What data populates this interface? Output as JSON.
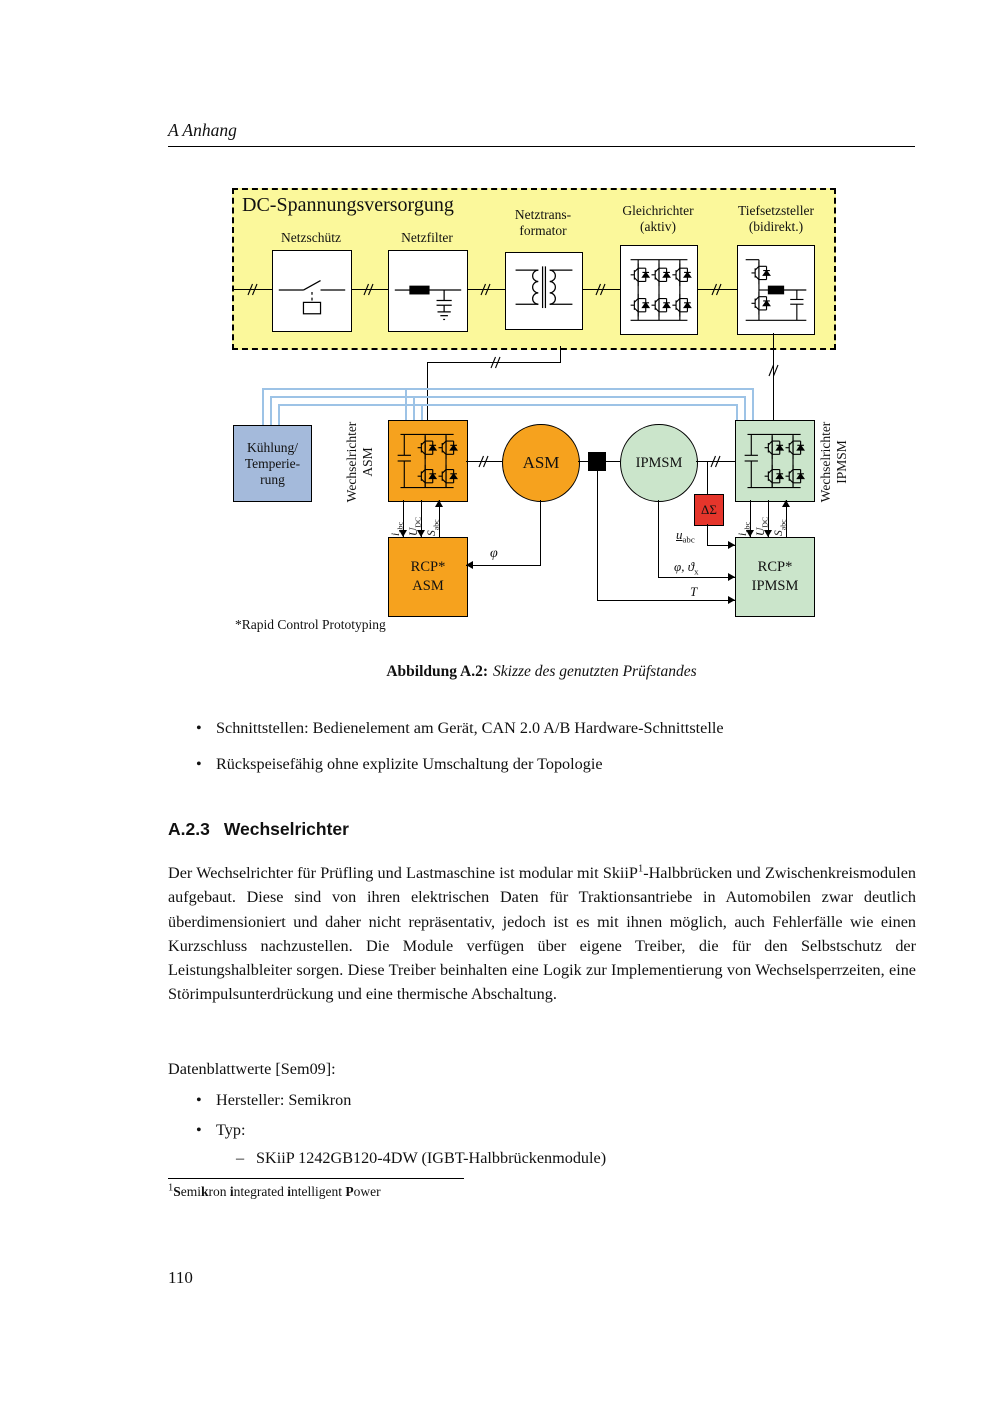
{
  "colors": {
    "dc_box_bg": "#fbf89b",
    "orange": "#f6a21e",
    "green": "#cbe5cb",
    "cooling_blue": "#a4badb",
    "delta_sigma_red": "#e5352b",
    "signal_bus_blue": "#9dc3e6"
  },
  "icons": [
    "contactor-symbol",
    "line-filter-symbol",
    "transformer-symbol",
    "active-rectifier-bridge-symbol",
    "buck-converter-symbol",
    "inverter-bridge-symbol",
    "phase-break-marker-icon",
    "shaft-coupling-block"
  ],
  "ui": {
    "bullet": "•"
  },
  "page": {
    "header": "A Anhang",
    "number": "110"
  },
  "diagram": {
    "dc_title": "DC-Spannungsversorgung",
    "netzschuetz": "Netzschütz",
    "netzfilter": "Netzfilter",
    "trafo1": "Netztrans-",
    "trafo2": "formator",
    "gleichrichter1": "Gleichrichter",
    "gleichrichter2": "(aktiv)",
    "tiefsetz1": "Tiefsetzsteller",
    "tiefsetz2": "(bidirekt.)",
    "kuehlung1": "Kühlung/",
    "kuehlung2": "Temperie-",
    "kuehlung3": "rung",
    "wr": "Wechselrichter",
    "asm": "ASM",
    "ipmsm": "IPMSM",
    "delta_sigma": "ΔΣ",
    "rcp": "RCP*",
    "sig_i": "i",
    "sig_i_sub": "abc",
    "sig_udc": "U",
    "sig_udc_sub": "DC",
    "sig_s": "S",
    "sig_s_sub": "abc",
    "sig_phi": "φ",
    "sig_u": "u",
    "sig_u_sub": "abc",
    "sig_phitheta": "φ, ϑ",
    "sig_phitheta_sub": "x",
    "sig_t": "T",
    "note": "*Rapid Control Prototyping"
  },
  "caption": {
    "label": "Abbildung A.2:",
    "text": "Skizze des genutzten Prüfstandes"
  },
  "bullets": [
    "Schnittstellen: Bedienelement am Gerät, CAN 2.0 A/B Hardware-Schnittstelle",
    "Rückspeisefähig ohne explizite Umschaltung der Topologie"
  ],
  "section": {
    "number": "A.2.3",
    "title": "Wechselrichter"
  },
  "paragraph": {
    "before_sup": "Der Wechselrichter für Prüfling und Lastmaschine ist modular mit SkiiP",
    "sup": "1",
    "after_sup": "-Halbbrücken und Zwischenkreismodulen aufgebaut. Diese sind von ihren elektrischen Daten für Traktionsantriebe in Automobilen zwar deutlich überdimensioniert und daher nicht repräsentativ, jedoch ist es mit ihnen möglich, auch Fehlerfälle wie einen Kurzschluss nachzustellen. Die Module verfügen über eigene Treiber, die für den Selbstschutz der Leistungshalbleiter sorgen. Diese Treiber beinhalten eine Logik zur Implementierung von Wechselsperrzeiten, eine Störimpulsunterdrückung und eine thermische Abschaltung."
  },
  "datasheet": {
    "intro": "Datenblattwerte [Sem09]:",
    "item1": "Hersteller: Semikron",
    "item2": "Typ:",
    "sub_dash": "–",
    "sub_text": "SKiiP 1242GB120-4DW (IGBT-Halbbrückenmodule)"
  },
  "footnote": {
    "sup": "1",
    "b1": "S",
    "t1": "emi",
    "b2": "k",
    "t2": "ron ",
    "b3": "i",
    "t3": "ntegrated ",
    "b4": "i",
    "t4": "ntelligent ",
    "b5": "P",
    "t5": "ower"
  }
}
